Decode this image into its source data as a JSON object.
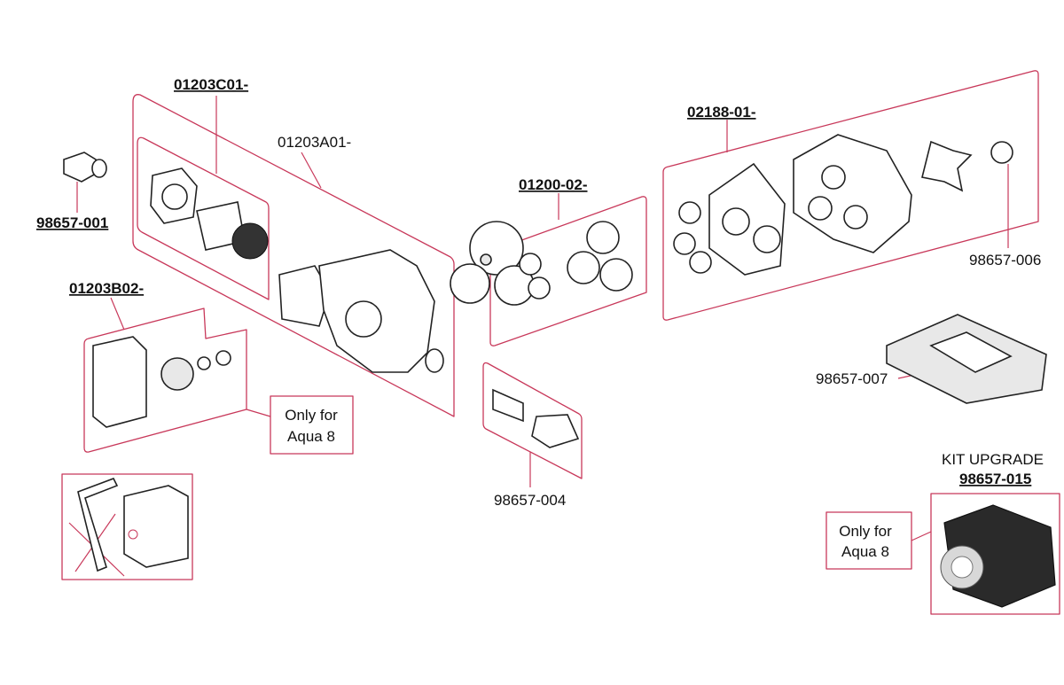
{
  "labels": {
    "c01": "01203C01-",
    "a01": "01203A01-",
    "p001": "98657-001",
    "b02": "01203B02-",
    "p0200": "01200-02-",
    "p004": "98657-004",
    "p188": "02188-01-",
    "p006": "98657-006",
    "p007": "98657-007",
    "kit_title": "KIT UPGRADE",
    "p015": "98657-015"
  },
  "notes": {
    "aqua_line1": "Only for",
    "aqua_line2": "Aqua 8"
  },
  "colors": {
    "frame": "#c8385a",
    "text": "#111111"
  }
}
